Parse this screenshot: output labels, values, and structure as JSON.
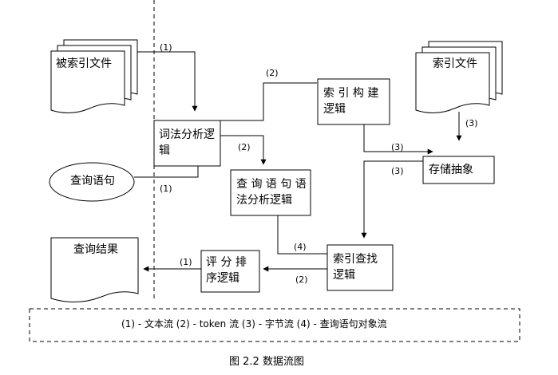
{
  "title": "图  2.2 数据流图",
  "nodes": {
    "indexed_files": "被索引文件",
    "index_files": "索引文件",
    "query_sentence": "查询语句",
    "query_results": "查询结果",
    "lexical_analysis": "词法分析逻辑",
    "index_build": "索 引 构 建 逻辑",
    "query_syntax": "查 询 语 句 语 法分析逻辑",
    "storage_abstraction": "存储抽象",
    "index_search": "索引查找逻辑",
    "scoring_sort": "评 分 排 序逻辑"
  },
  "flow_labels": {
    "f1_top": "(1)",
    "f1_query": "(1)",
    "f2_build": "(2)",
    "f2_syntax": "(2)",
    "f2_search": "(2)",
    "f3_store": "(3)",
    "f3_out": "(3)",
    "f3_index": "(3)",
    "f4_obj": "(4)",
    "f1_result": "(1)"
  },
  "legend": "(1)  - 文本流 (2) - token 流 (3)  - 字节流 (4)  - 查询语句对象流",
  "colors": {
    "line": "#000000",
    "background": "#ffffff"
  }
}
